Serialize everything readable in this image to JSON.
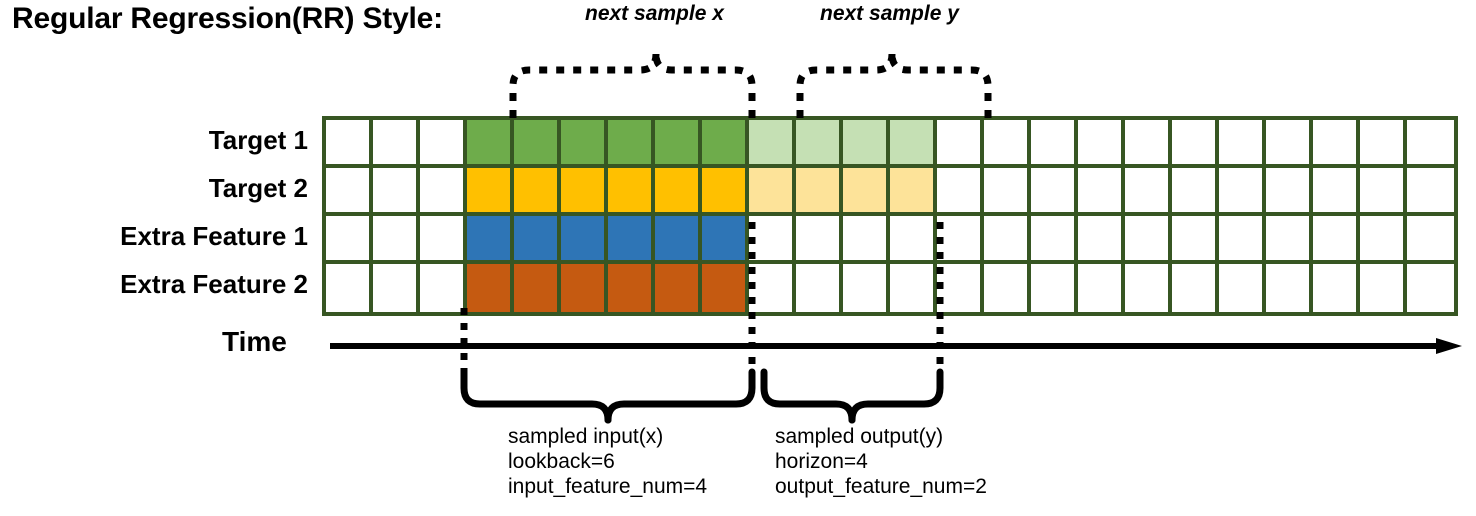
{
  "title": "Regular Regression(RR) Style:",
  "row_labels": [
    "Target 1",
    "Target 2",
    "Extra Feature 1",
    "Extra Feature 2"
  ],
  "axis": {
    "time_label": "Time",
    "arrow_icon": "right-arrow-icon"
  },
  "top_annotations": {
    "next_sample_x": "next sample x",
    "next_sample_y": "next sample y"
  },
  "bottom_annotations": {
    "input": {
      "line1": "sampled input(x)",
      "line2": "lookback=6",
      "line3": "input_feature_num=4"
    },
    "output": {
      "line1": "sampled output(y)",
      "line2": "horizon=4",
      "line3": "output_feature_num=2"
    }
  },
  "colors": {
    "grid_border": "#375623",
    "empty_cell": "#ffffff",
    "target1_input": "#6EAC4B",
    "target1_output": "#C5E0B4",
    "target2_input": "#FFC000",
    "target2_output": "#FDE399",
    "extra_feature1_input": "#2E75B6",
    "extra_feature2_input": "#C55A11",
    "annotation_line": "#000000"
  },
  "grid": {
    "columns": 24,
    "rows": 4,
    "pad_left_columns": 3,
    "lookback_columns": 6,
    "horizon_columns": 4,
    "trailing_columns": 11,
    "row_fills": [
      [
        "#ffffff",
        "#ffffff",
        "#ffffff",
        "#6EAC4B",
        "#6EAC4B",
        "#6EAC4B",
        "#6EAC4B",
        "#6EAC4B",
        "#6EAC4B",
        "#C5E0B4",
        "#C5E0B4",
        "#C5E0B4",
        "#C5E0B4",
        "#ffffff",
        "#ffffff",
        "#ffffff",
        "#ffffff",
        "#ffffff",
        "#ffffff",
        "#ffffff",
        "#ffffff",
        "#ffffff",
        "#ffffff",
        "#ffffff"
      ],
      [
        "#ffffff",
        "#ffffff",
        "#ffffff",
        "#FFC000",
        "#FFC000",
        "#FFC000",
        "#FFC000",
        "#FFC000",
        "#FFC000",
        "#FDE399",
        "#FDE399",
        "#FDE399",
        "#FDE399",
        "#ffffff",
        "#ffffff",
        "#ffffff",
        "#ffffff",
        "#ffffff",
        "#ffffff",
        "#ffffff",
        "#ffffff",
        "#ffffff",
        "#ffffff",
        "#ffffff"
      ],
      [
        "#ffffff",
        "#ffffff",
        "#ffffff",
        "#2E75B6",
        "#2E75B6",
        "#2E75B6",
        "#2E75B6",
        "#2E75B6",
        "#2E75B6",
        "#ffffff",
        "#ffffff",
        "#ffffff",
        "#ffffff",
        "#ffffff",
        "#ffffff",
        "#ffffff",
        "#ffffff",
        "#ffffff",
        "#ffffff",
        "#ffffff",
        "#ffffff",
        "#ffffff",
        "#ffffff",
        "#ffffff"
      ],
      [
        "#ffffff",
        "#ffffff",
        "#ffffff",
        "#C55A11",
        "#C55A11",
        "#C55A11",
        "#C55A11",
        "#C55A11",
        "#C55A11",
        "#ffffff",
        "#ffffff",
        "#ffffff",
        "#ffffff",
        "#ffffff",
        "#ffffff",
        "#ffffff",
        "#ffffff",
        "#ffffff",
        "#ffffff",
        "#ffffff",
        "#ffffff",
        "#ffffff",
        "#ffffff",
        "#ffffff"
      ]
    ]
  }
}
